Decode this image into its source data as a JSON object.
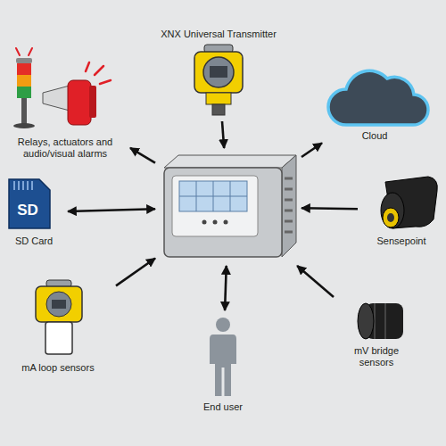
{
  "diagram": {
    "nodes": [
      {
        "text": [
          "XNX Universal Transmitter"
        ]
      },
      {
        "text": [
          "Relays, actuators and audio/visual alarms"
        ]
      },
      {
        "text": [
          "Cloud"
        ]
      },
      {
        "text": [
          "SD Card"
        ]
      },
      {
        "text": []
      },
      {
        "text": [
          "Sensepoint"
        ]
      },
      {
        "text": [
          "mA loop sensors"
        ]
      },
      {
        "text": [
          "mV bridge sensors"
        ]
      },
      {
        "text": [
          "End user"
        ]
      }
    ],
    "edges": [
      {
        "from": 0,
        "to": 4,
        "arrow": "to"
      },
      {
        "from": 4,
        "to": 1,
        "arrow": "to"
      },
      {
        "from": 4,
        "to": 2,
        "arrow": "to"
      },
      {
        "from": 3,
        "to": 4,
        "arrow": "both"
      },
      {
        "from": 5,
        "to": 4,
        "arrow": "to"
      },
      {
        "from": 6,
        "to": 4,
        "arrow": "to"
      },
      {
        "from": 7,
        "to": 4,
        "arrow": "to"
      },
      {
        "from": 8,
        "to": 4,
        "arrow": "both"
      }
    ],
    "labels": [
      "SD"
    ]
  }
}
